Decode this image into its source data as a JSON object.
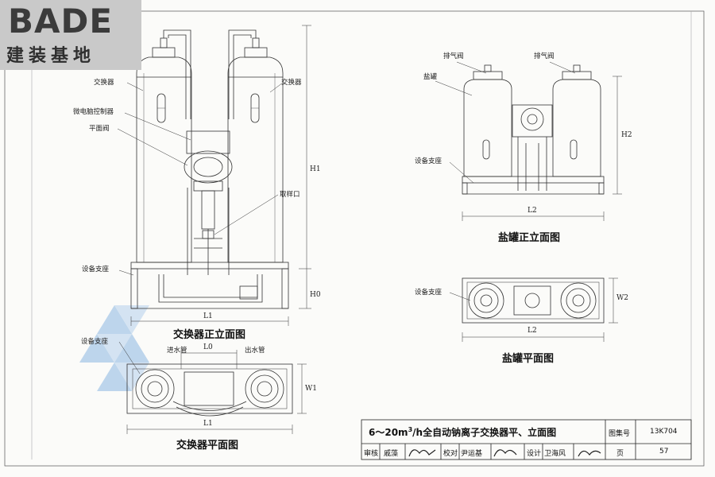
{
  "logo": {
    "brand": "BADE",
    "subtitle": "建装基地"
  },
  "exchanger_front": {
    "title": "交换器正立面图",
    "labels": {
      "exchanger_left": "交换器",
      "exchanger_right": "交换器",
      "controller": "微电脑控制器",
      "plane_valve": "平面阀",
      "sampling_port": "取样口",
      "support": "设备支座"
    },
    "dims": {
      "h1": "H1",
      "h0": "H0",
      "l1": "L1"
    }
  },
  "exchanger_plan": {
    "title": "交换器平面图",
    "labels": {
      "support": "设备支座",
      "inlet": "进水管",
      "outlet": "出水管"
    },
    "dims": {
      "l0": "L0",
      "l1": "L1",
      "w1": "W1"
    }
  },
  "salt_front": {
    "title": "盐罐正立面图",
    "labels": {
      "vent_left": "排气阀",
      "vent_right": "排气阀",
      "salt_tank": "盐罐",
      "support": "设备支座"
    },
    "dims": {
      "h2": "H2",
      "l2": "L2"
    }
  },
  "salt_plan": {
    "title": "盐罐平面图",
    "labels": {
      "support": "设备支座"
    },
    "dims": {
      "w2": "W2",
      "l2": "L2"
    }
  },
  "title_block": {
    "main_title_pre": "6～20m",
    "main_title_sup": "3",
    "main_title_post": "/h全自动钠离子交换器平、立面图",
    "atlas_label": "图集号",
    "atlas_no": "13K704",
    "review_label": "审核",
    "reviewer": "戚藻",
    "check_label": "校对",
    "checker": "尹运基",
    "design_label": "设计",
    "designer": "卫海风",
    "page_label": "页",
    "page_no": "57"
  }
}
